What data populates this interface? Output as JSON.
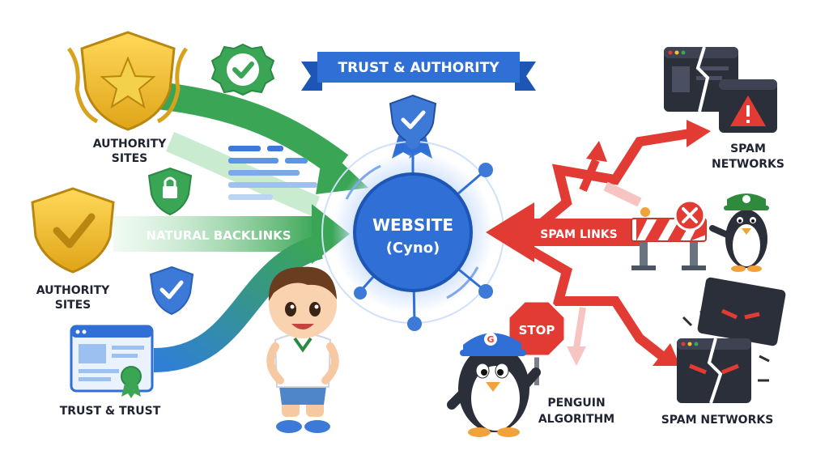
{
  "banner": {
    "title": "TRUST & AUTHORITY"
  },
  "center": {
    "line1": "WEBSITE",
    "line2": "(Cyno)"
  },
  "left": {
    "authority_top": {
      "line1": "AUTHORITY",
      "line2": "SITES"
    },
    "authority_mid": {
      "line1": "AUTHORITY",
      "line2": "SITES"
    },
    "trust_label": "TRUST & TRUST",
    "backlinks_label": "NATURAL BACKLINKS"
  },
  "right": {
    "spam_links_label": "SPAM LINKS",
    "spam_networks_top": {
      "line1": "SPAM",
      "line2": "NETWORKS"
    },
    "spam_networks_bottom": "SPAM NETWORKS",
    "penguin": {
      "line1": "PENGUIN",
      "line2": "ALGORITHM"
    },
    "stop_sign": "STOP"
  },
  "colors": {
    "trust_green": "#3aa655",
    "site_blue": "#2f6fd6",
    "spam_red": "#e23b34",
    "gold": "#f2c230",
    "dark": "#2b2f3a"
  },
  "icons": [
    "shield-star-icon",
    "verified-badge-icon",
    "lock-shield-icon",
    "check-shield-icon",
    "webpage-ribbon-icon",
    "spam-browser-icon",
    "warning-browser-icon",
    "angry-browser-icon",
    "barrier-icon",
    "penguin-icon",
    "stop-sign-icon",
    "boy-mascot"
  ]
}
